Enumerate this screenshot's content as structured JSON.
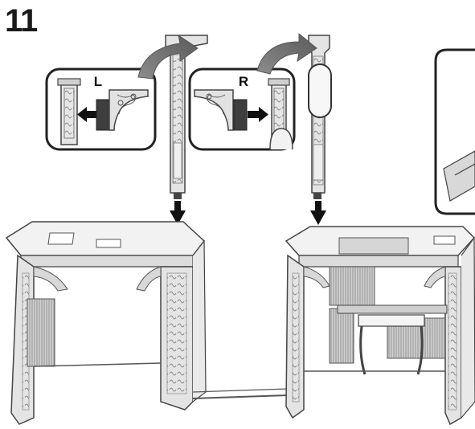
{
  "step": {
    "number": "11"
  },
  "callouts": {
    "left": {
      "label": "L"
    },
    "right": {
      "label": "R"
    }
  },
  "colors": {
    "line": "#444444",
    "light_gray": "#d9d9d9",
    "mid_gray": "#9a9a9a",
    "dark_gray": "#555555",
    "arrow": "#111111"
  },
  "icons": [
    "curved-arrow-icon",
    "down-arrow-icon",
    "right-arrow-icon",
    "left-arrow-icon"
  ]
}
